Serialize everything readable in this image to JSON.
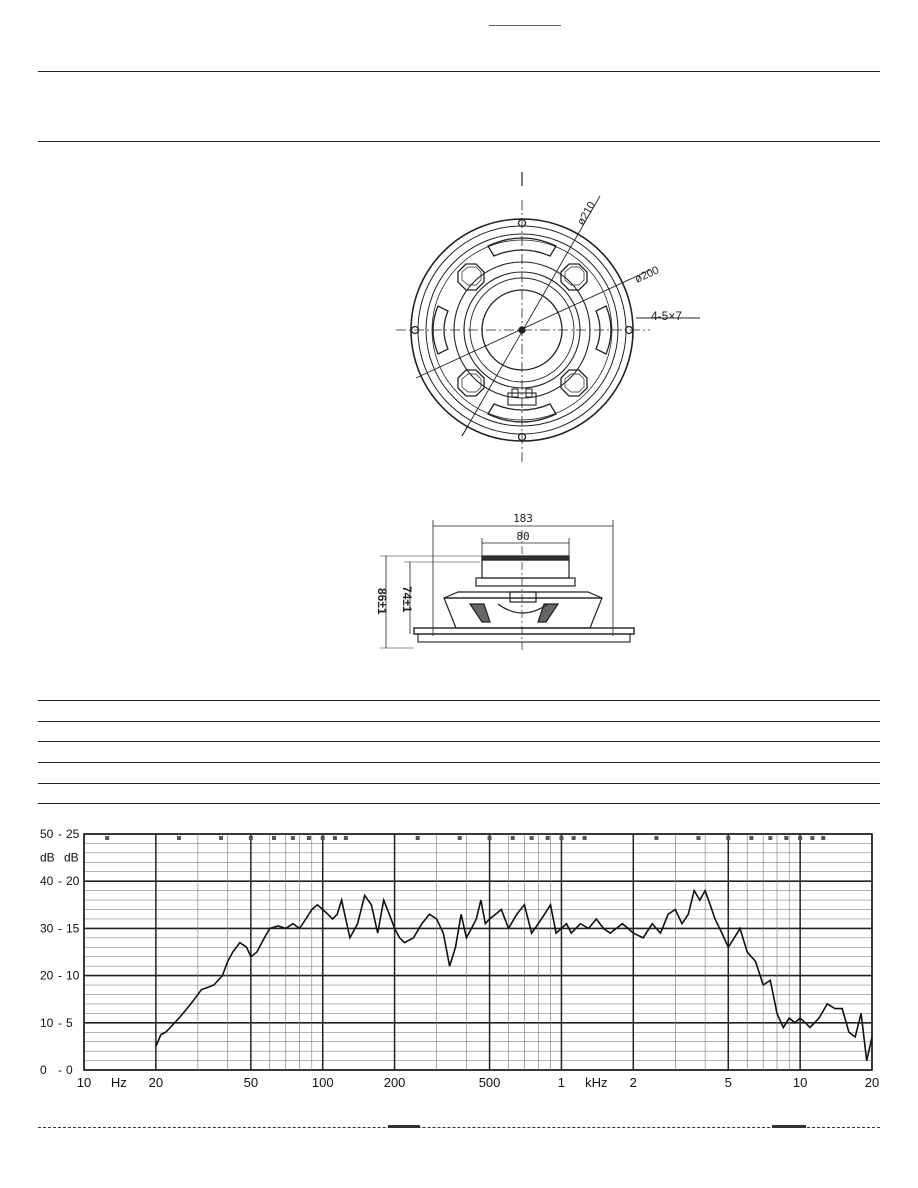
{
  "drawing_front": {
    "dim_outer": "ø210",
    "dim_mount": "ø200",
    "dim_holes": "4-5×7"
  },
  "drawing_side": {
    "dim_width": "183",
    "dim_magnet": "80",
    "dim_height_total": "86±1",
    "dim_height_body": "74±1"
  },
  "chart_data": {
    "type": "line",
    "x_scale": "log",
    "xlim": [
      10,
      20000
    ],
    "x_tick_labels": [
      {
        "value": 10,
        "label": "10"
      },
      {
        "value": 20,
        "label": "20"
      },
      {
        "value": 50,
        "label": "50"
      },
      {
        "value": 100,
        "label": "100"
      },
      {
        "value": 200,
        "label": "200"
      },
      {
        "value": 500,
        "label": "500"
      },
      {
        "value": 1000,
        "label": "1"
      },
      {
        "value": 2000,
        "label": "2"
      },
      {
        "value": 5000,
        "label": "5"
      },
      {
        "value": 10000,
        "label": "10"
      },
      {
        "value": 20000,
        "label": "20"
      }
    ],
    "x_unit_labels": [
      {
        "value": 14,
        "label": "Hz"
      },
      {
        "value": 1400,
        "label": "kHz"
      }
    ],
    "ylim": [
      0,
      50
    ],
    "y_tick_labels_outer": [
      "0",
      "10",
      "20",
      "30",
      "40",
      "50"
    ],
    "y_tick_labels_inner": [
      "0",
      "5",
      "10",
      "15",
      "20",
      "25"
    ],
    "y_unit_outer": "dB",
    "y_unit_inner": "dB",
    "grid": true,
    "series": [
      {
        "x": [
          20,
          21,
          22,
          23,
          25,
          27,
          29,
          31,
          33,
          35,
          38,
          40,
          42,
          45,
          48,
          50,
          53,
          57,
          60,
          65,
          70,
          75,
          80,
          85,
          90,
          95,
          100,
          105,
          110,
          115,
          120,
          130,
          140,
          150,
          160,
          170,
          180,
          190,
          200,
          210,
          220,
          240,
          260,
          280,
          300,
          320,
          340,
          360,
          380,
          400,
          420,
          440,
          460,
          480,
          500,
          530,
          560,
          600,
          650,
          700,
          750,
          800,
          850,
          900,
          950,
          1000,
          1050,
          1100,
          1200,
          1300,
          1400,
          1500,
          1600,
          1700,
          1800,
          1900,
          2000,
          2200,
          2400,
          2600,
          2800,
          3000,
          3200,
          3400,
          3600,
          3800,
          4000,
          4200,
          4400,
          4700,
          5000,
          5300,
          5600,
          6000,
          6500,
          7000,
          7500,
          8000,
          8500,
          9000,
          9500,
          10000,
          10500,
          11000,
          12000,
          13000,
          14000,
          15000,
          16000,
          17000,
          18000,
          19000,
          20000
        ],
        "y": [
          5,
          7.5,
          8,
          9,
          11,
          13,
          15,
          17,
          17.5,
          18,
          20,
          23,
          25,
          27,
          26,
          24,
          25,
          28,
          30,
          30.5,
          30,
          31,
          30,
          32,
          34,
          35,
          34,
          33,
          32,
          33,
          36,
          28,
          31,
          37,
          35,
          29,
          36,
          33,
          30,
          28,
          27,
          28,
          31,
          33,
          32,
          29,
          22,
          26,
          33,
          28,
          30,
          32,
          36,
          31,
          32,
          33,
          34,
          30,
          33,
          35,
          29,
          31,
          33,
          35,
          29,
          30,
          31,
          29,
          31,
          30,
          32,
          30,
          29,
          30,
          31,
          30,
          29,
          28,
          31,
          29,
          33,
          34,
          31,
          33,
          38,
          36,
          38,
          35,
          32,
          29,
          26,
          28,
          30,
          25,
          23,
          18,
          19,
          12,
          9,
          11,
          10,
          11,
          10,
          9,
          11,
          14,
          13,
          13,
          8,
          7,
          12,
          2,
          7
        ]
      }
    ]
  }
}
